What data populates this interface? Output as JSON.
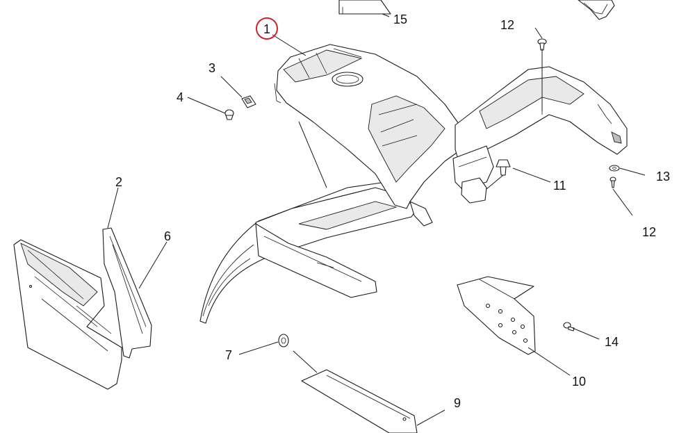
{
  "diagram": {
    "highlight_color": "#d0202a",
    "highlighted_callout": "1",
    "callouts": [
      {
        "id": "c1",
        "label": "1"
      },
      {
        "id": "c2",
        "label": "2"
      },
      {
        "id": "c3",
        "label": "3"
      },
      {
        "id": "c4",
        "label": "4"
      },
      {
        "id": "c6",
        "label": "6"
      },
      {
        "id": "c7",
        "label": "7"
      },
      {
        "id": "c9",
        "label": "9"
      },
      {
        "id": "c10",
        "label": "10"
      },
      {
        "id": "c11",
        "label": "11"
      },
      {
        "id": "c12a",
        "label": "12"
      },
      {
        "id": "c12b",
        "label": "12"
      },
      {
        "id": "c13",
        "label": "13"
      },
      {
        "id": "c14",
        "label": "14"
      },
      {
        "id": "c15",
        "label": "15"
      }
    ]
  }
}
